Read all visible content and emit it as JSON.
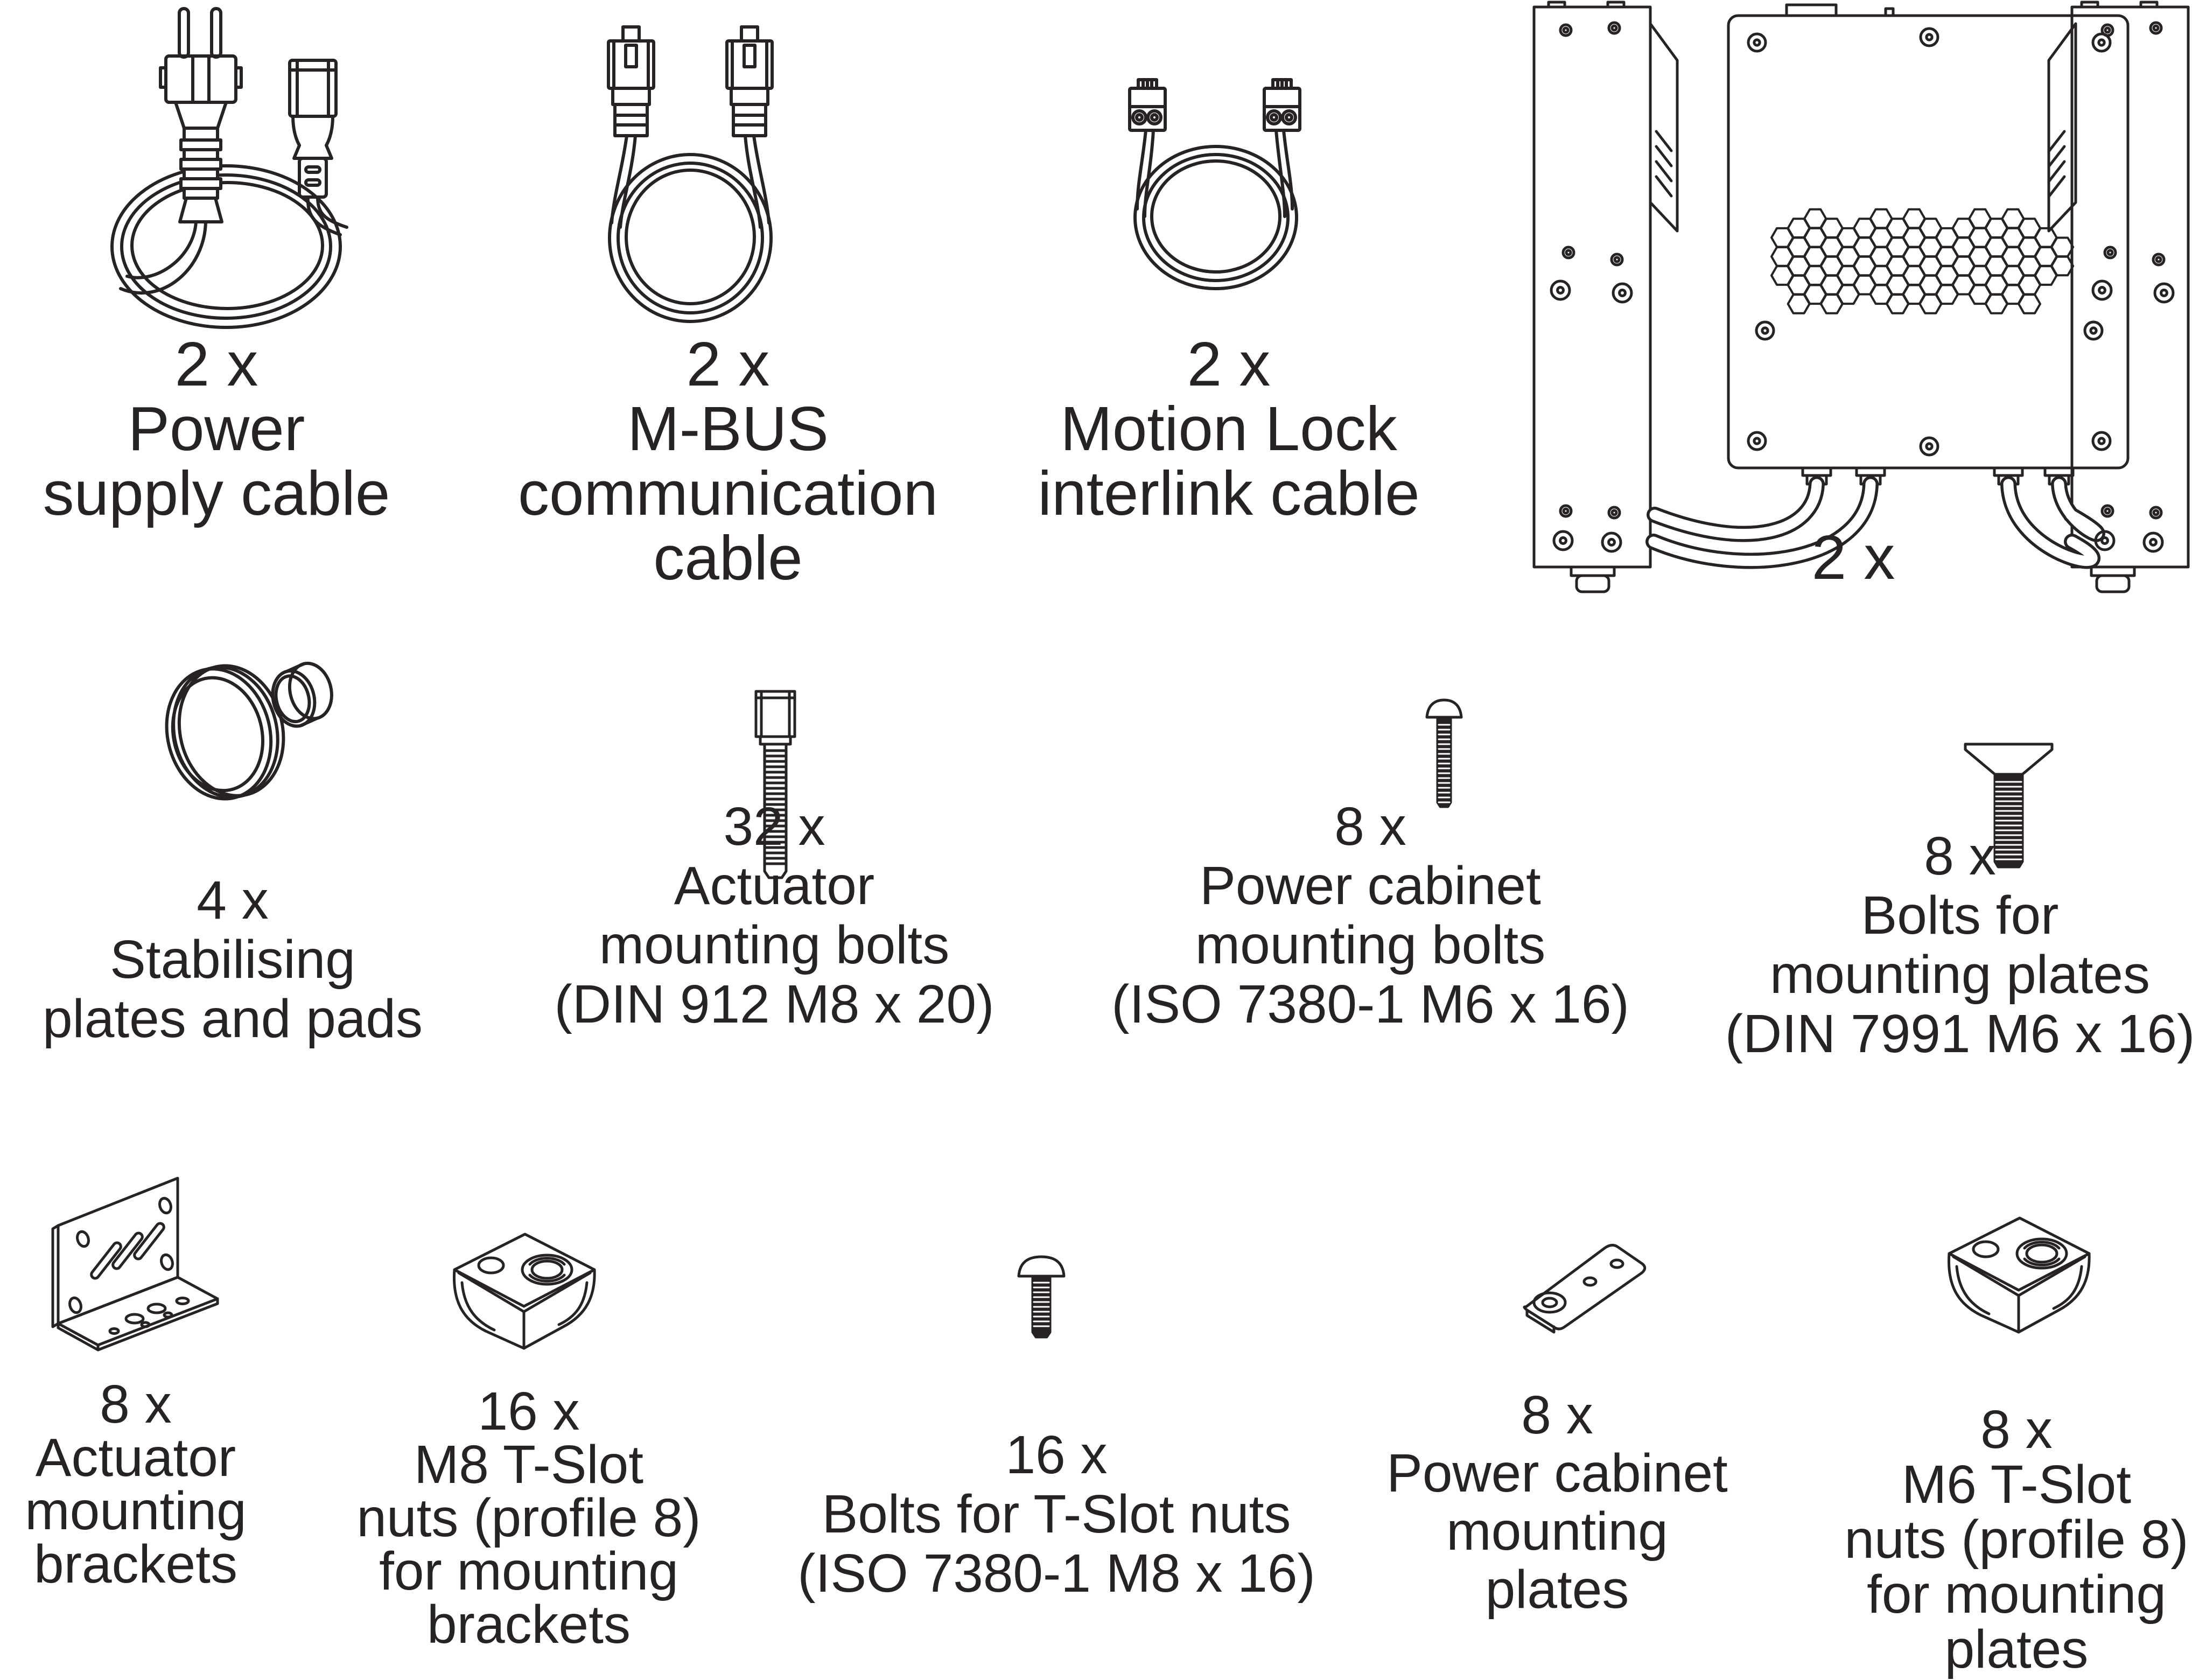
{
  "document": {
    "kind": "parts-kit-overview"
  },
  "colors": {
    "ink": "#272324",
    "background": "#ffffff"
  },
  "items": [
    {
      "id": "power-supply-cable",
      "icon": "coiled-power-cable-icon",
      "qty": "2 x",
      "lines": [
        "Power",
        "supply cable"
      ]
    },
    {
      "id": "mbus-communication-cable",
      "icon": "coiled-rj45-cable-icon",
      "qty": "2 x",
      "lines": [
        "M-BUS",
        "communication",
        "cable"
      ]
    },
    {
      "id": "motion-lock-interlink-cable",
      "icon": "coiled-interlink-cable-icon",
      "qty": "2 x",
      "lines": [
        "Motion Lock",
        "interlink cable"
      ]
    },
    {
      "id": "power-cabinet-with-actuators",
      "icon": "power-cabinet-assembly-icon",
      "qty": "2 x",
      "lines": []
    },
    {
      "id": "stabilising-plates-and-pads",
      "icon": "stabilising-plate-pad-icon",
      "qty": "4 x",
      "lines": [
        "Stabilising",
        "plates and pads"
      ]
    },
    {
      "id": "actuator-mounting-bolts",
      "icon": "socket-head-bolt-icon",
      "qty": "32 x",
      "lines": [
        "Actuator",
        "mounting bolts",
        "(DIN 912 M8 x 20)"
      ]
    },
    {
      "id": "power-cabinet-mounting-bolts",
      "icon": "button-head-bolt-small-icon",
      "qty": "8 x",
      "lines": [
        "Power cabinet",
        "mounting bolts",
        "(ISO 7380-1 M6 x 16)"
      ]
    },
    {
      "id": "bolts-for-mounting-plates",
      "icon": "countersunk-bolt-icon",
      "qty": "8 x",
      "lines": [
        "Bolts for",
        "mounting plates",
        "(DIN 7991 M6 x 16)"
      ]
    },
    {
      "id": "actuator-mounting-brackets",
      "icon": "l-bracket-icon",
      "qty": "8 x",
      "lines": [
        "Actuator",
        "mounting",
        "brackets"
      ]
    },
    {
      "id": "m8-t-slot-nuts",
      "icon": "t-slot-nut-icon",
      "qty": "16 x",
      "lines": [
        "M8 T-Slot",
        "nuts (profile 8)",
        "for mounting",
        "brackets"
      ]
    },
    {
      "id": "bolts-for-t-slot-nuts",
      "icon": "button-head-bolt-large-icon",
      "qty": "16 x",
      "lines": [
        "Bolts for T-Slot nuts",
        "(ISO 7380-1 M8 x 16)"
      ]
    },
    {
      "id": "power-cabinet-mounting-plates",
      "icon": "mounting-plate-icon",
      "qty": "8 x",
      "lines": [
        "Power cabinet",
        "mounting",
        "plates"
      ]
    },
    {
      "id": "m6-t-slot-nuts",
      "icon": "t-slot-nut-icon",
      "qty": "8 x",
      "lines": [
        "M6 T-Slot",
        "nuts (profile 8)",
        "for mounting",
        "plates"
      ]
    }
  ]
}
